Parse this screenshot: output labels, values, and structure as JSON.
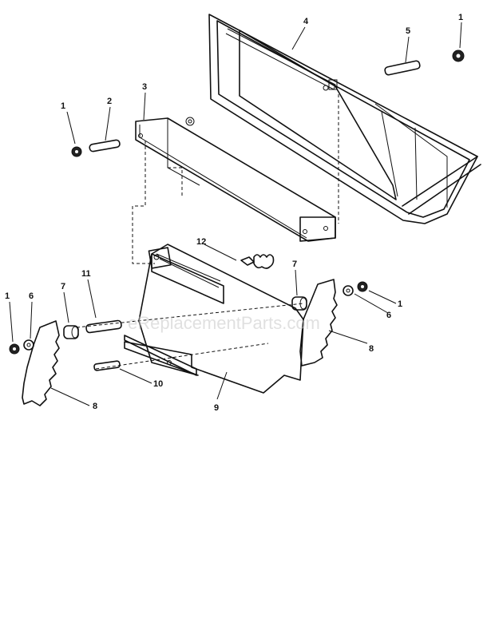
{
  "diagram": {
    "callouts": {
      "c1a": "1",
      "c1b": "1",
      "c1c": "1",
      "c1d": "1",
      "c2": "2",
      "c3": "3",
      "c4": "4",
      "c5": "5",
      "c6a": "6",
      "c6b": "6",
      "c7a": "7",
      "c7b": "7",
      "c8a": "8",
      "c8b": "8",
      "c9": "9",
      "c10": "10",
      "c11": "11",
      "c12": "12"
    },
    "watermark": "eReplacementParts.com"
  }
}
